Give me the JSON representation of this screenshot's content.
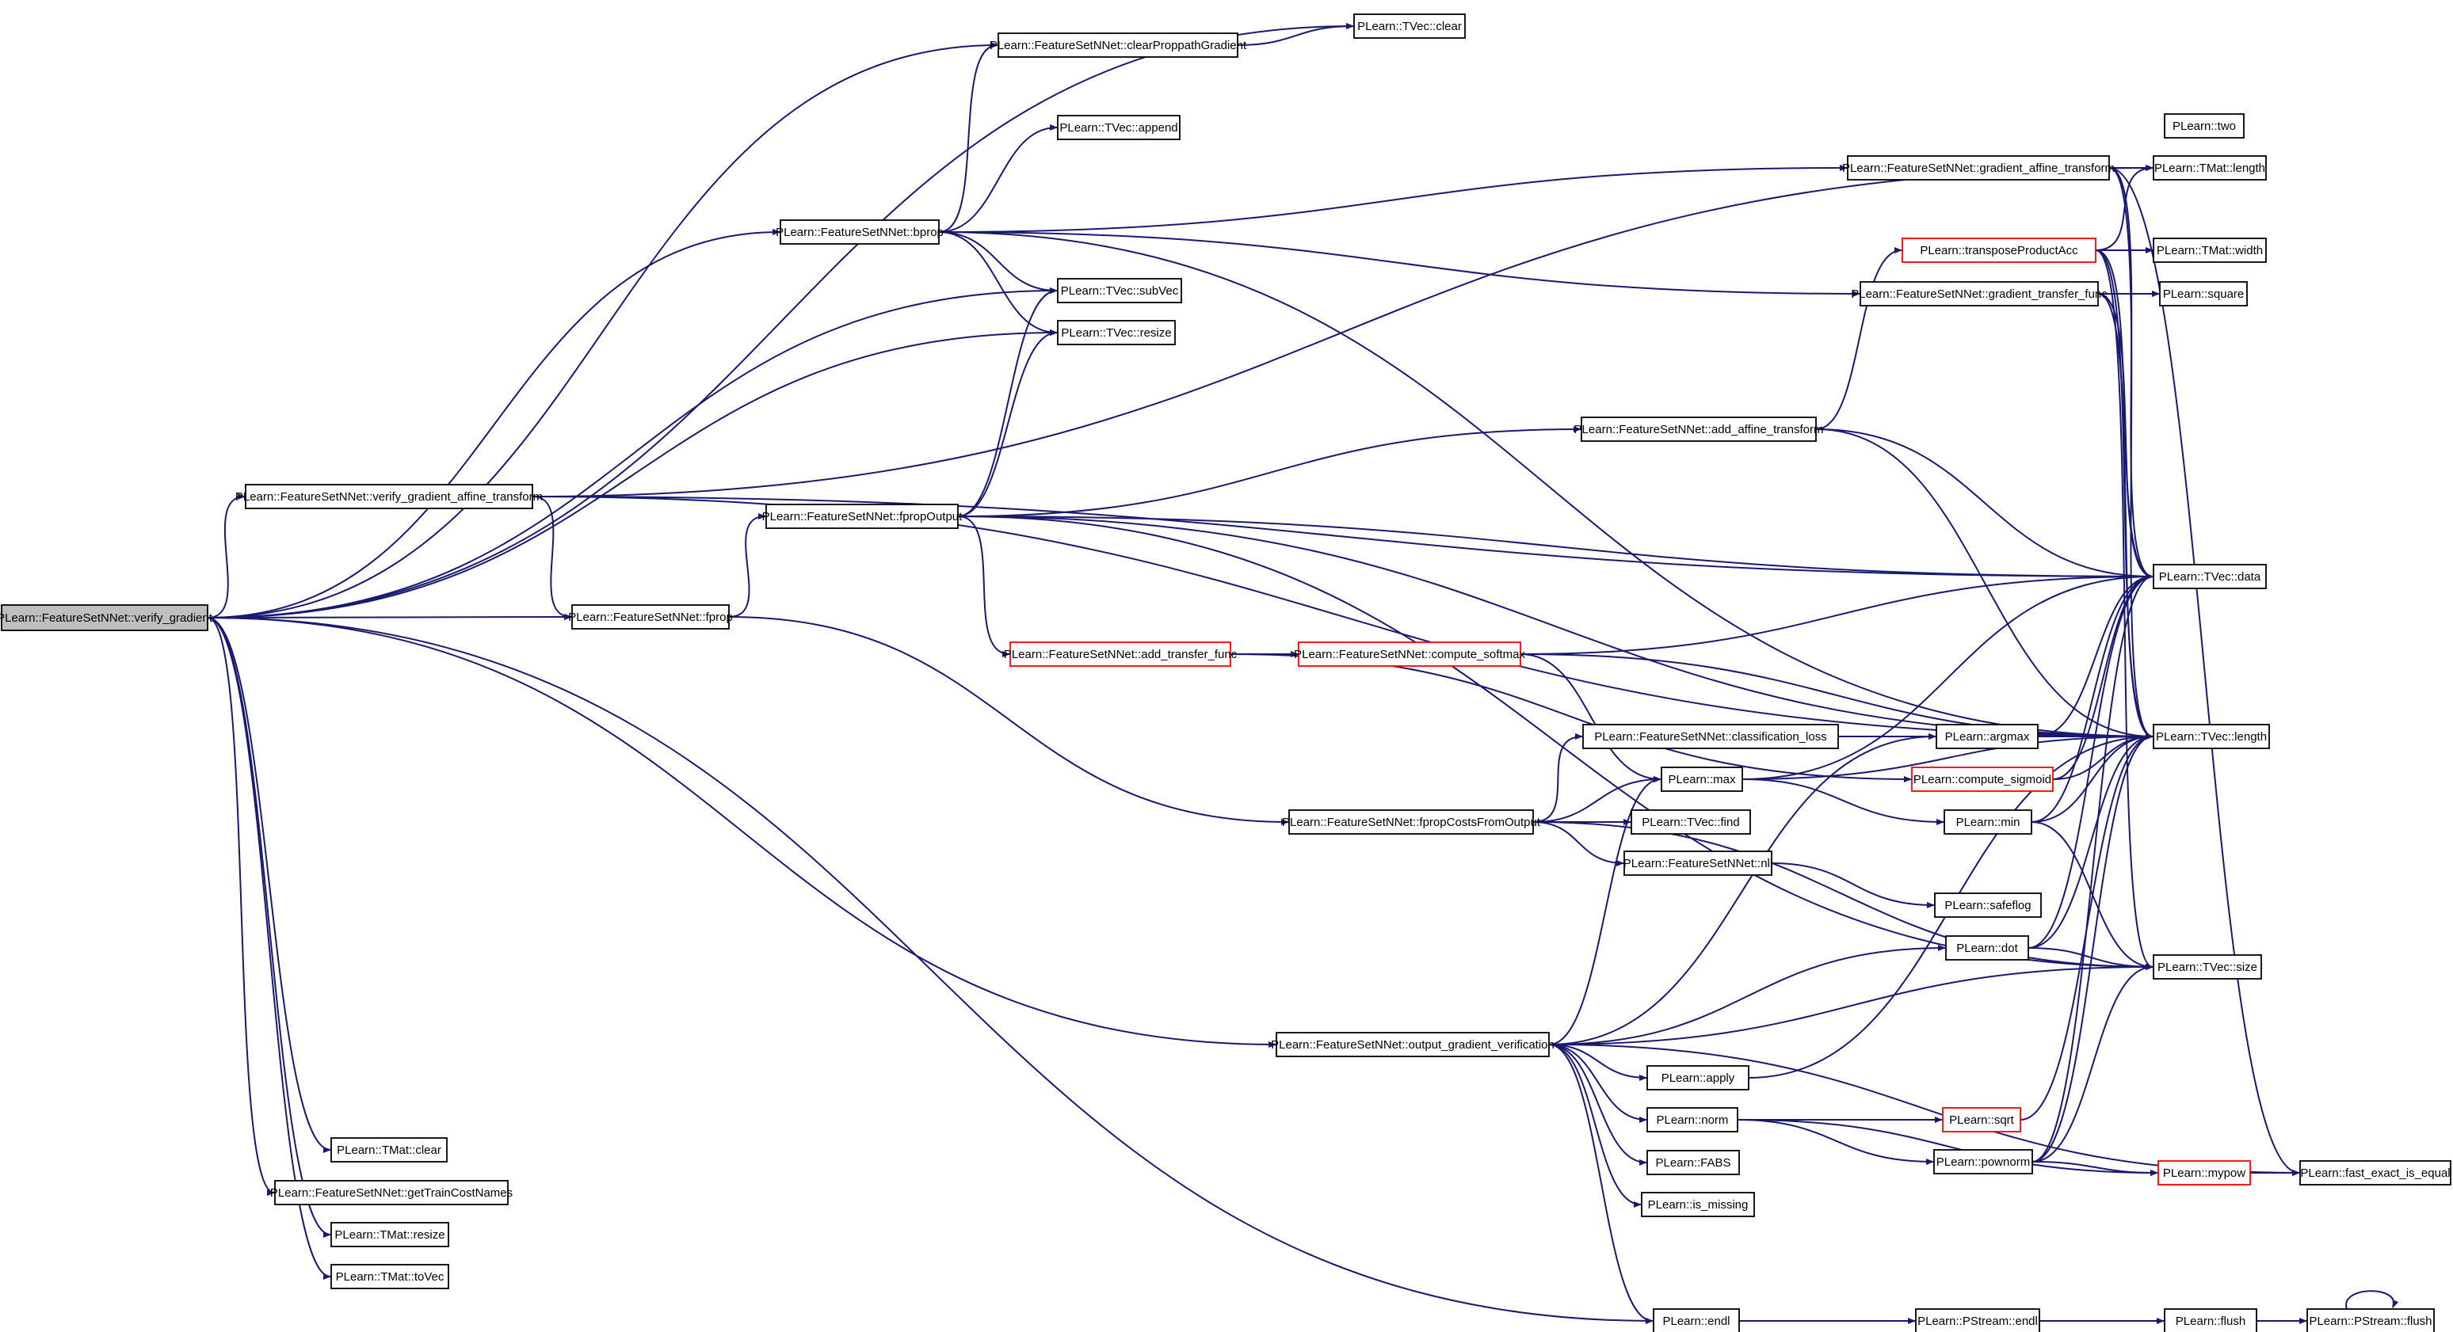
{
  "edge_color": "#191970",
  "node_border_default": "#000000",
  "node_border_truncated": "#ff0000",
  "root_fill": "#bfbfbf",
  "nodes": [
    {
      "id": "verify_gradient",
      "label": "PLearn::FeatureSetNNet::verify_gradient",
      "root": true
    },
    {
      "id": "clearProppath",
      "label": "PLearn::FeatureSetNNet::clearProppathGradient"
    },
    {
      "id": "tvec_clear",
      "label": "PLearn::TVec::clear"
    },
    {
      "id": "tvec_append",
      "label": "PLearn::TVec::append"
    },
    {
      "id": "bprop",
      "label": "PLearn::FeatureSetNNet::bprop"
    },
    {
      "id": "tvec_subVec",
      "label": "PLearn::TVec::subVec"
    },
    {
      "id": "tvec_resize",
      "label": "PLearn::TVec::resize"
    },
    {
      "id": "verify_gat",
      "label": "PLearn::FeatureSetNNet::verify_gradient_affine_transform"
    },
    {
      "id": "fpropOutput",
      "label": "PLearn::FeatureSetNNet::fpropOutput"
    },
    {
      "id": "fprop",
      "label": "PLearn::FeatureSetNNet::fprop"
    },
    {
      "id": "add_transfer_func",
      "label": "PLearn::FeatureSetNNet::add_transfer_func",
      "red": true
    },
    {
      "id": "compute_softmax",
      "label": "PLearn::FeatureSetNNet::compute_softmax",
      "red": true
    },
    {
      "id": "fpropCosts",
      "label": "PLearn::FeatureSetNNet::fpropCostsFromOutput"
    },
    {
      "id": "classification_loss",
      "label": "PLearn::FeatureSetNNet::classification_loss"
    },
    {
      "id": "max",
      "label": "PLearn::max"
    },
    {
      "id": "tvec_find",
      "label": "PLearn::TVec::find"
    },
    {
      "id": "nll",
      "label": "PLearn::FeatureSetNNet::nll"
    },
    {
      "id": "output_gv",
      "label": "PLearn::FeatureSetNNet::output_gradient_verification"
    },
    {
      "id": "apply",
      "label": "PLearn::apply"
    },
    {
      "id": "norm",
      "label": "PLearn::norm"
    },
    {
      "id": "fabs",
      "label": "PLearn::FABS"
    },
    {
      "id": "is_missing",
      "label": "PLearn::is_missing"
    },
    {
      "id": "endl",
      "label": "PLearn::endl"
    },
    {
      "id": "pstream_endl",
      "label": "PLearn::PStream::endl"
    },
    {
      "id": "flush",
      "label": "PLearn::flush"
    },
    {
      "id": "pstream_flush",
      "label": "PLearn::PStream::flush"
    },
    {
      "id": "gat",
      "label": "PLearn::FeatureSetNNet::gradient_affine_transform"
    },
    {
      "id": "gtf",
      "label": "PLearn::FeatureSetNNet::gradient_transfer_func"
    },
    {
      "id": "transposeProductAcc",
      "label": "PLearn::transposeProductAcc",
      "red": true
    },
    {
      "id": "add_affine",
      "label": "PLearn::FeatureSetNNet::add_affine_transform"
    },
    {
      "id": "two",
      "label": "PLearn::two"
    },
    {
      "id": "tmat_length",
      "label": "PLearn::TMat::length"
    },
    {
      "id": "tmat_width",
      "label": "PLearn::TMat::width"
    },
    {
      "id": "square",
      "label": "PLearn::square"
    },
    {
      "id": "tvec_data",
      "label": "PLearn::TVec::data"
    },
    {
      "id": "tvec_length",
      "label": "PLearn::TVec::length"
    },
    {
      "id": "argmax",
      "label": "PLearn::argmax"
    },
    {
      "id": "compute_sigmoid",
      "label": "PLearn::compute_sigmoid",
      "red": true
    },
    {
      "id": "min",
      "label": "PLearn::min"
    },
    {
      "id": "safeflog",
      "label": "PLearn::safeflog"
    },
    {
      "id": "dot",
      "label": "PLearn::dot"
    },
    {
      "id": "tvec_size",
      "label": "PLearn::TVec::size"
    },
    {
      "id": "sqrt",
      "label": "PLearn::sqrt",
      "red": true
    },
    {
      "id": "pownorm",
      "label": "PLearn::pownorm"
    },
    {
      "id": "mypow",
      "label": "PLearn::mypow",
      "red": true
    },
    {
      "id": "fast_exact",
      "label": "PLearn::fast_exact_is_equal"
    },
    {
      "id": "tmat_clear",
      "label": "PLearn::TMat::clear"
    },
    {
      "id": "getTrainCostNames",
      "label": "PLearn::FeatureSetNNet::getTrainCostNames"
    },
    {
      "id": "tmat_resize",
      "label": "PLearn::TMat::resize"
    },
    {
      "id": "tmat_toVec",
      "label": "PLearn::TMat::toVec"
    }
  ],
  "edges": [
    [
      "verify_gradient",
      "tvec_clear"
    ],
    [
      "verify_gradient",
      "clearProppath"
    ],
    [
      "verify_gradient",
      "bprop"
    ],
    [
      "verify_gradient",
      "tvec_subVec"
    ],
    [
      "verify_gradient",
      "tvec_resize"
    ],
    [
      "verify_gradient",
      "verify_gat"
    ],
    [
      "verify_gradient",
      "fprop"
    ],
    [
      "verify_gradient",
      "output_gv"
    ],
    [
      "verify_gradient",
      "endl"
    ],
    [
      "verify_gradient",
      "tmat_clear"
    ],
    [
      "verify_gradient",
      "getTrainCostNames"
    ],
    [
      "verify_gradient",
      "tmat_resize"
    ],
    [
      "verify_gradient",
      "tmat_toVec"
    ],
    [
      "clearProppath",
      "tvec_clear"
    ],
    [
      "bprop",
      "clearProppath"
    ],
    [
      "bprop",
      "tvec_append"
    ],
    [
      "bprop",
      "gat"
    ],
    [
      "bprop",
      "tvec_subVec"
    ],
    [
      "bprop",
      "tvec_resize"
    ],
    [
      "bprop",
      "gtf"
    ],
    [
      "bprop",
      "tvec_length"
    ],
    [
      "verify_gat",
      "tmat_length"
    ],
    [
      "verify_gat",
      "tvec_data"
    ],
    [
      "verify_gat",
      "fprop"
    ],
    [
      "verify_gat",
      "tvec_length"
    ],
    [
      "fprop",
      "fpropOutput"
    ],
    [
      "fprop",
      "fpropCosts"
    ],
    [
      "fpropOutput",
      "tvec_subVec"
    ],
    [
      "fpropOutput",
      "tvec_resize"
    ],
    [
      "fpropOutput",
      "add_affine"
    ],
    [
      "fpropOutput",
      "tvec_data"
    ],
    [
      "fpropOutput",
      "add_transfer_func"
    ],
    [
      "fpropOutput",
      "tvec_length"
    ],
    [
      "fpropOutput",
      "tvec_size"
    ],
    [
      "add_transfer_func",
      "compute_softmax"
    ],
    [
      "add_transfer_func",
      "compute_sigmoid"
    ],
    [
      "compute_softmax",
      "tvec_data"
    ],
    [
      "compute_softmax",
      "max"
    ],
    [
      "compute_softmax",
      "tvec_length"
    ],
    [
      "fpropCosts",
      "classification_loss"
    ],
    [
      "fpropCosts",
      "max"
    ],
    [
      "fpropCosts",
      "tvec_find"
    ],
    [
      "fpropCosts",
      "nll"
    ],
    [
      "fpropCosts",
      "tvec_size"
    ],
    [
      "classification_loss",
      "argmax"
    ],
    [
      "max",
      "tvec_data"
    ],
    [
      "max",
      "tvec_length"
    ],
    [
      "max",
      "min"
    ],
    [
      "nll",
      "safeflog"
    ],
    [
      "output_gv",
      "max"
    ],
    [
      "output_gv",
      "argmax"
    ],
    [
      "output_gv",
      "dot"
    ],
    [
      "output_gv",
      "tvec_size"
    ],
    [
      "output_gv",
      "apply"
    ],
    [
      "output_gv",
      "norm"
    ],
    [
      "output_gv",
      "fabs"
    ],
    [
      "output_gv",
      "is_missing"
    ],
    [
      "output_gv",
      "endl"
    ],
    [
      "output_gv",
      "fast_exact"
    ],
    [
      "apply",
      "tvec_length"
    ],
    [
      "norm",
      "sqrt"
    ],
    [
      "norm",
      "pownorm"
    ],
    [
      "norm",
      "mypow"
    ],
    [
      "endl",
      "pstream_endl"
    ],
    [
      "pstream_endl",
      "flush"
    ],
    [
      "flush",
      "pstream_flush"
    ],
    [
      "pstream_flush",
      "pstream_flush"
    ],
    [
      "gat",
      "tmat_length"
    ],
    [
      "gat",
      "tvec_data"
    ],
    [
      "gat",
      "tvec_length"
    ],
    [
      "gat",
      "fast_exact"
    ],
    [
      "gtf",
      "square"
    ],
    [
      "gtf",
      "tvec_data"
    ],
    [
      "gtf",
      "tvec_length"
    ],
    [
      "add_affine",
      "transposeProductAcc"
    ],
    [
      "add_affine",
      "tvec_data"
    ],
    [
      "add_affine",
      "tvec_length"
    ],
    [
      "transposeProductAcc",
      "tmat_length"
    ],
    [
      "transposeProductAcc",
      "tmat_width"
    ],
    [
      "transposeProductAcc",
      "tvec_data"
    ],
    [
      "transposeProductAcc",
      "tvec_length"
    ],
    [
      "transposeProductAcc",
      "tvec_size"
    ],
    [
      "argmax",
      "tvec_data"
    ],
    [
      "argmax",
      "tvec_length"
    ],
    [
      "compute_sigmoid",
      "tvec_data"
    ],
    [
      "compute_sigmoid",
      "tvec_length"
    ],
    [
      "min",
      "tvec_data"
    ],
    [
      "min",
      "tvec_length"
    ],
    [
      "min",
      "tvec_size"
    ],
    [
      "dot",
      "tvec_data"
    ],
    [
      "dot",
      "tvec_length"
    ],
    [
      "dot",
      "tvec_size"
    ],
    [
      "sqrt",
      "tvec_length"
    ],
    [
      "pownorm",
      "tvec_data"
    ],
    [
      "pownorm",
      "tvec_length"
    ],
    [
      "pownorm",
      "tvec_size"
    ],
    [
      "pownorm",
      "mypow"
    ],
    [
      "mypow",
      "fast_exact"
    ]
  ]
}
